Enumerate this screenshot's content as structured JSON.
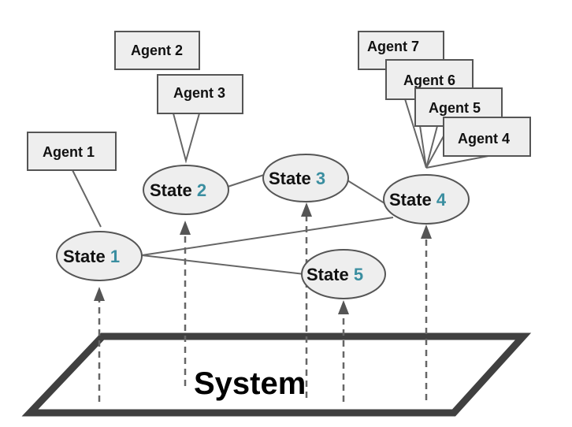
{
  "colors": {
    "node_fill": "#eeeeee",
    "node_stroke": "#555555",
    "link_stroke": "#666666",
    "accent_number": "#3a8ea0",
    "system_stroke": "#404040"
  },
  "system": {
    "label": "System"
  },
  "states": [
    {
      "id": "state-1",
      "word": "State",
      "number": "1"
    },
    {
      "id": "state-2",
      "word": "State",
      "number": "2"
    },
    {
      "id": "state-3",
      "word": "State",
      "number": "3"
    },
    {
      "id": "state-4",
      "word": "State",
      "number": "4"
    },
    {
      "id": "state-5",
      "word": "State",
      "number": "5"
    }
  ],
  "agents": [
    {
      "id": "agent-1",
      "label": "Agent 1"
    },
    {
      "id": "agent-2",
      "label": "Agent 2"
    },
    {
      "id": "agent-3",
      "label": "Agent 3"
    },
    {
      "id": "agent-4",
      "label": "Agent 4"
    },
    {
      "id": "agent-5",
      "label": "Agent 5"
    },
    {
      "id": "agent-6",
      "label": "Agent 6"
    },
    {
      "id": "agent-7",
      "label": "Agent 7"
    }
  ]
}
